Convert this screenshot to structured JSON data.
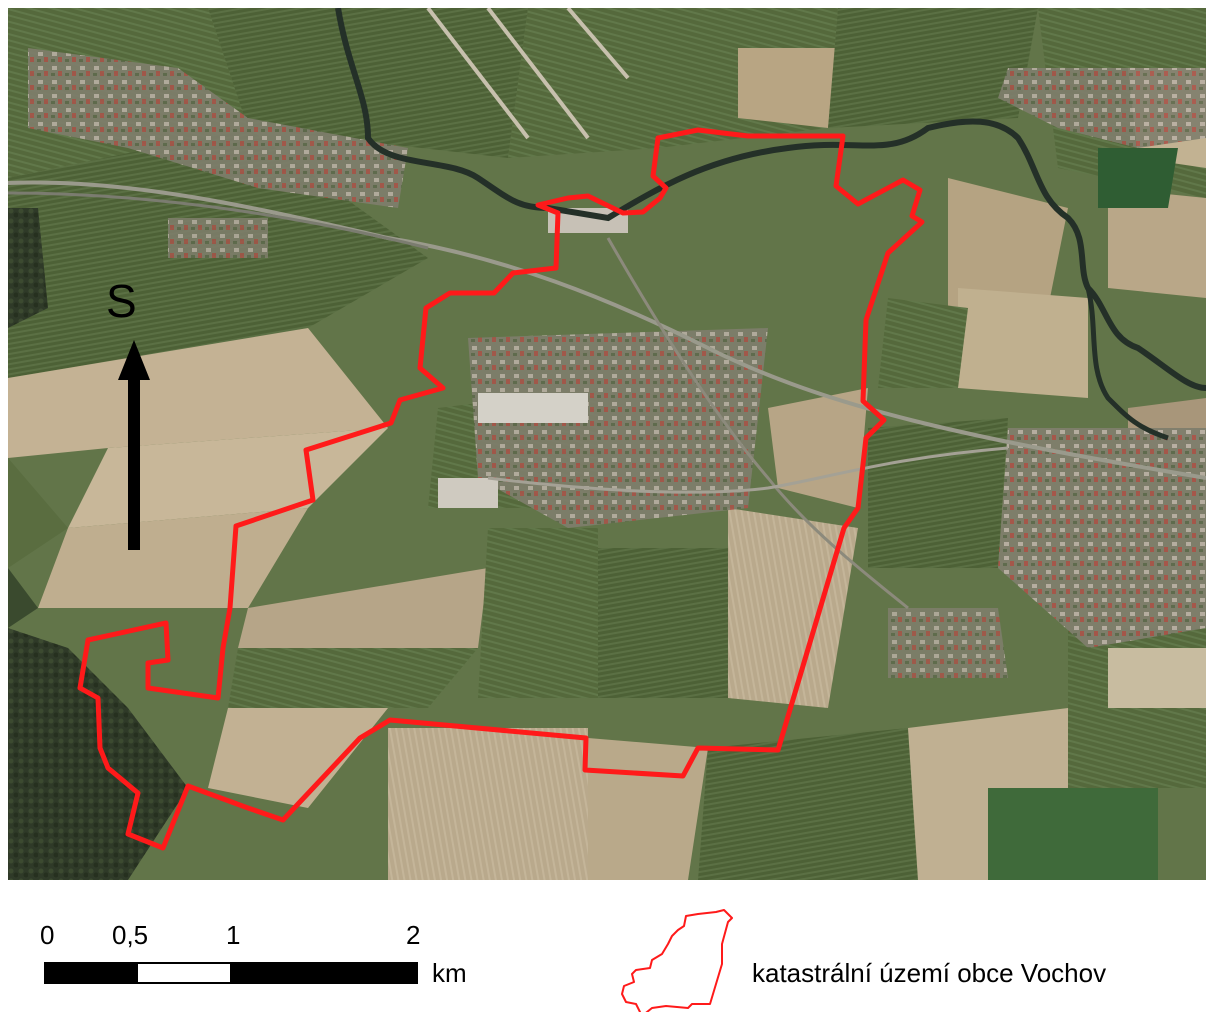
{
  "north_arrow": {
    "letter": "S",
    "icon": "north-arrow-icon"
  },
  "scale_bar": {
    "ticks": [
      "0",
      "0,5",
      "1",
      "2"
    ],
    "unit": "km"
  },
  "legend": {
    "label": "katastrální území obce Vochov",
    "icon": "boundary-polygon-icon",
    "stroke_color": "#ff1a1a"
  },
  "colors": {
    "boundary": "#ff1a1a",
    "field_green": "#5b6f42",
    "field_tan": "#b8a78a",
    "settlement": "#8f8a80",
    "river": "#2a3a30"
  }
}
